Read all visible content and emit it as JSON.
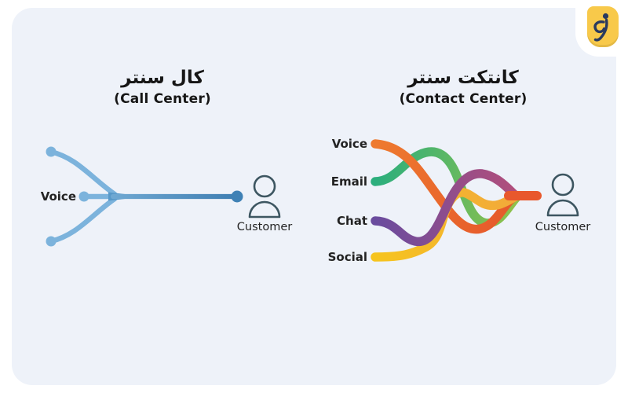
{
  "page": {
    "outer_background": "#ffffff",
    "panel_background": "#eef2f9"
  },
  "logo": {
    "badge_color": "#f8c94a",
    "glyph_color": "#2a3a5f"
  },
  "call_center": {
    "title_fa": "کال سنتر",
    "title_en": "(Call Center)",
    "channel": {
      "label": "Voice",
      "color": "#7cb3dc"
    },
    "line_color_start": "#6fa8d2",
    "line_color_end": "#3e7eb2",
    "funnel_color": "#5899c9",
    "line_end_dot_color": "#3f81b5",
    "customer": {
      "label": "Customer",
      "icon_color": "#3d5661"
    }
  },
  "contact_center": {
    "title_fa": "کانتکت سنتر",
    "title_en": "(Contact Center)",
    "channels": [
      {
        "label": "Voice",
        "color_start": "#ee7a2f",
        "color_end": "#e65a2b"
      },
      {
        "label": "Email",
        "color_start": "#2bae7d",
        "color_end": "#8fc14b"
      },
      {
        "label": "Chat",
        "color_start": "#6a4c9e",
        "color_end": "#b04e7c"
      },
      {
        "label": "Social",
        "color_start": "#f6c41e",
        "color_end": "#f2a93b"
      }
    ],
    "merged_line_color": "#e8582c",
    "customer": {
      "label": "Customer",
      "icon_color": "#3d5661"
    }
  }
}
